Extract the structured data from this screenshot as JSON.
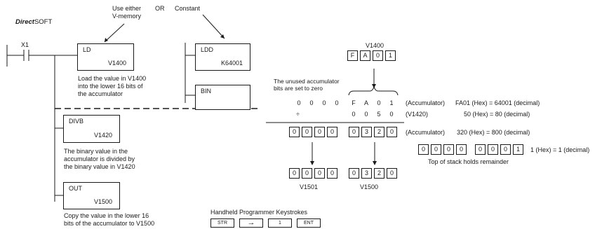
{
  "brand": {
    "direct": "Direct",
    "soft": "SOFT"
  },
  "header": {
    "use_either": "Use either",
    "vmemory": "V-memory",
    "or": "OR",
    "constant": "Constant"
  },
  "ladder": {
    "contact": "X1",
    "ld": {
      "mnemonic": "LD",
      "operand": "V1400"
    },
    "ld_desc": [
      "Load the value in V1400",
      "into the lower 16 bits of",
      "the accumulator"
    ],
    "ldd": {
      "mnemonic": "LDD",
      "operand": "K64001"
    },
    "bin": {
      "mnemonic": "BIN"
    },
    "divb": {
      "mnemonic": "DIVB",
      "operand": "V1420"
    },
    "divb_desc": [
      "The binary value in the",
      "accumulator is divided by",
      "the binary value in V1420"
    ],
    "out": {
      "mnemonic": "OUT",
      "operand": "V1500"
    },
    "out_desc": [
      "Copy the value in the lower 16",
      "bits of the accumulator to V1500"
    ]
  },
  "handheld": {
    "title": "Handheld Programmer Keystrokes",
    "keys": [
      "STR",
      "→",
      "1",
      "ENT"
    ]
  },
  "calc": {
    "v1400_label": "V1400",
    "v1400_cells": [
      "F",
      "A",
      "0",
      "1"
    ],
    "unused_note": [
      "The unused accumulator",
      "bits are set to zero"
    ],
    "row1": {
      "digits": [
        "0",
        "0",
        "0",
        "0",
        "F",
        "A",
        "0",
        "1"
      ],
      "label": "(Accumulator)",
      "note": "FA01 (Hex) = 64001 (decimal)"
    },
    "row2": {
      "op": "÷",
      "digits": [
        "0",
        "0",
        "5",
        "0"
      ],
      "label": "(V1420)",
      "note": "50 (Hex) = 80 (decimal)"
    },
    "row3": {
      "cells": [
        "0",
        "0",
        "0",
        "0",
        "0",
        "3",
        "2",
        "0"
      ],
      "label": "(Accumulator)",
      "note": "320 (Hex) = 800 (decimal)"
    },
    "stack": {
      "cells": [
        "0",
        "0",
        "0",
        "0",
        "0",
        "0",
        "0",
        "1"
      ],
      "note": "1 (Hex) = 1 (decimal)",
      "caption": "Top of stack holds remainder"
    },
    "result": {
      "cells": [
        "0",
        "0",
        "0",
        "0",
        "0",
        "3",
        "2",
        "0"
      ],
      "label_left": "V1501",
      "label_right": "V1500"
    }
  }
}
